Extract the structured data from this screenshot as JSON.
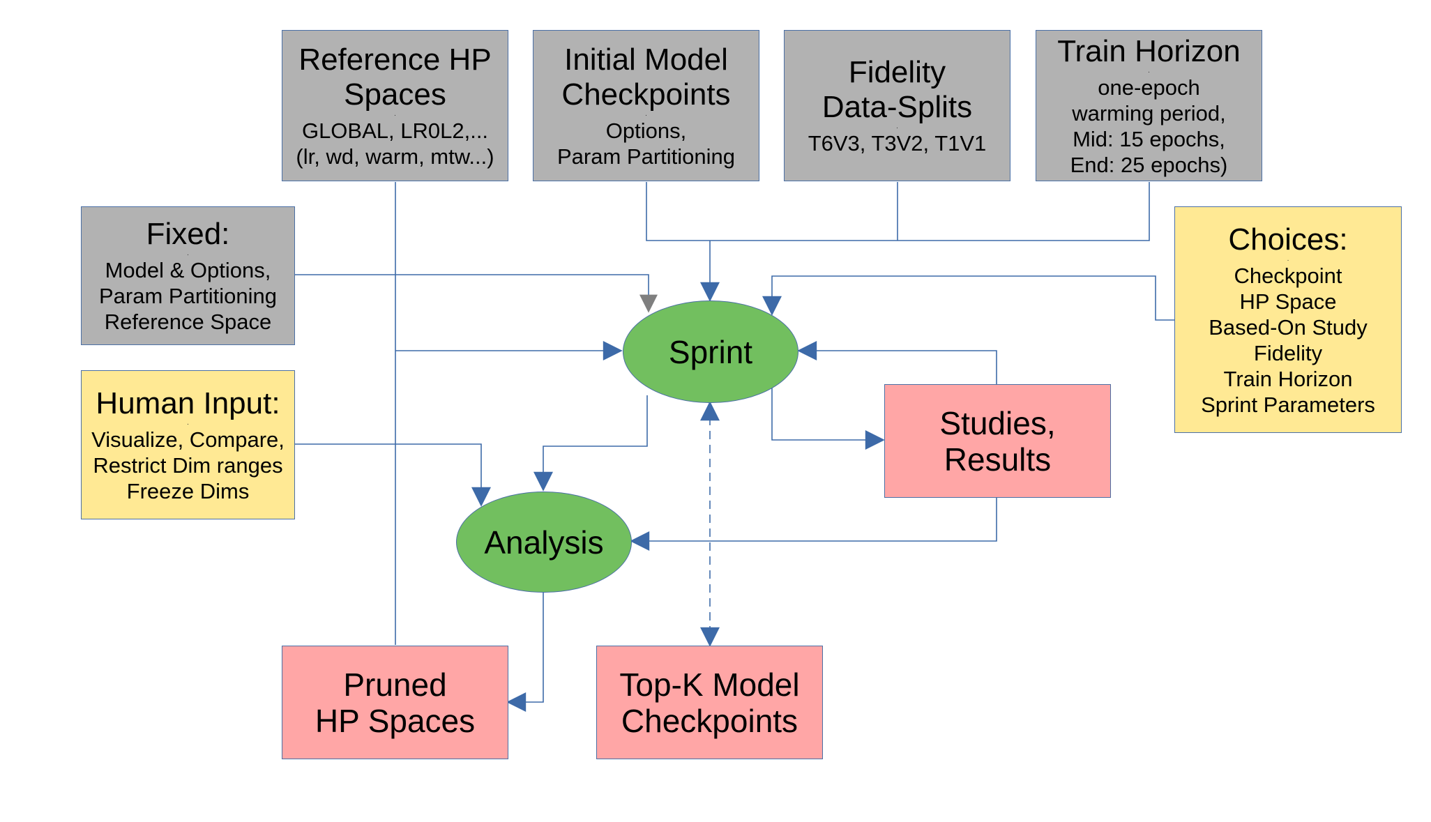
{
  "nodes": {
    "reference_hp_spaces": {
      "title": "Reference HP\nSpaces",
      "detail": "GLOBAL, LR0L2,...\n(lr, wd, warm, mtw...)"
    },
    "initial_model_checkpoints": {
      "title": "Initial Model\nCheckpoints",
      "detail": "Options,\nParam Partitioning"
    },
    "fidelity_data_splits": {
      "title": "Fidelity\nData-Splits",
      "detail": "T6V3, T3V2, T1V1"
    },
    "train_horizon": {
      "title": "Train Horizon",
      "detail": "one-epoch\nwarming period,\nMid: 15 epochs,\nEnd: 25 epochs)"
    },
    "fixed": {
      "title": "Fixed:",
      "detail": "Model & Options,\nParam Partitioning\nReference Space"
    },
    "choices": {
      "title": "Choices:",
      "detail": "Checkpoint\nHP Space\nBased-On Study\nFidelity\nTrain Horizon\nSprint Parameters"
    },
    "human_input": {
      "title": "Human Input:",
      "detail": "Visualize, Compare,\nRestrict Dim ranges\nFreeze Dims"
    },
    "sprint": {
      "title": "Sprint"
    },
    "analysis": {
      "title": "Analysis"
    },
    "studies_results": {
      "title": "Studies,\nResults"
    },
    "pruned_hp_spaces": {
      "title": "Pruned\nHP Spaces"
    },
    "top_k_checkpoints": {
      "title": "Top-K Model\nCheckpoints"
    }
  },
  "colors": {
    "input_box": "#b2b2b2",
    "choice_box": "#ffe994",
    "output_box": "#ffa6a6",
    "process_ellipse": "#72bf5f",
    "edge": "#3d6aa8",
    "fixed_edge": "#7f7f7f"
  }
}
